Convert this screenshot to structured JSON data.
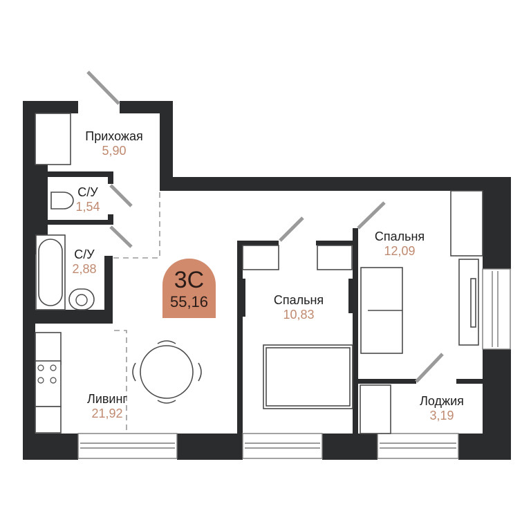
{
  "plan": {
    "type_code": "3С",
    "total_area": "55,16",
    "badge_color": "#d18a6c",
    "wall_color": "#2b2c2e",
    "area_color": "#c08a70"
  },
  "rooms": [
    {
      "name": "Прихожая",
      "area": "5,90"
    },
    {
      "name": "С/У",
      "area": "1,54"
    },
    {
      "name": "С/У",
      "area": "2,88"
    },
    {
      "name": "Ливинг",
      "area": "21,92"
    },
    {
      "name": "Спальня",
      "area": "10,83"
    },
    {
      "name": "Спальня",
      "area": "12,09"
    },
    {
      "name": "Лоджия",
      "area": "3,19"
    }
  ]
}
